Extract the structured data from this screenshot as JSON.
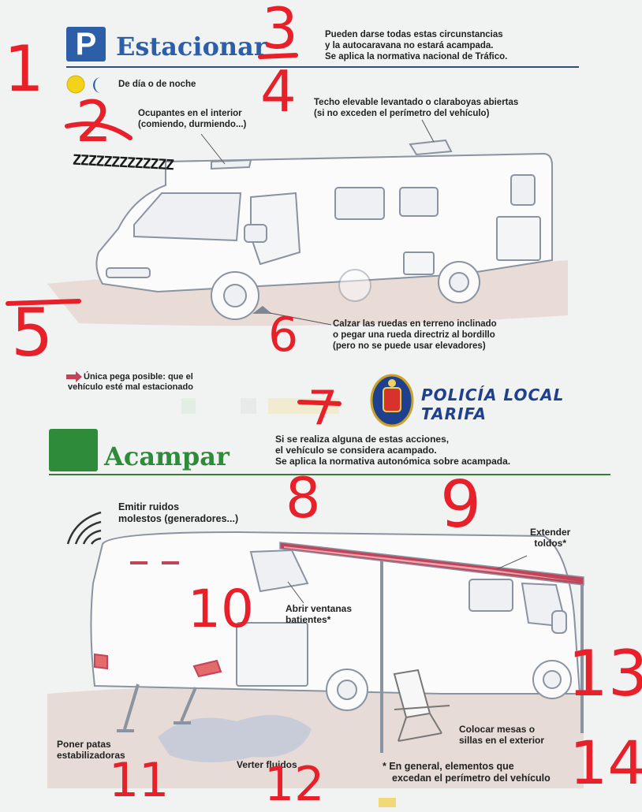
{
  "estacionar": {
    "p_letter": "P",
    "title": "Estacionar",
    "intro": [
      "Pueden darse todas estas circunstancias",
      "y la autocaravana no estará acampada.",
      "Se aplica la normativa nacional de Tráfico."
    ],
    "dia_noche": "De día o de noche",
    "ocupantes": [
      "Ocupantes en el interior",
      "(comiendo, durmiendo...)"
    ],
    "zzz": "ZZZZZZZZZZZZZ",
    "techo": [
      "Techo elevable levantado o claraboyas abiertas",
      "(si no exceden el perímetro del vehículo)"
    ],
    "calzar": [
      "Calzar las ruedas en terreno inclinado",
      "o pegar una rueda directriz al bordillo",
      "(pero no se puede usar elevadores)"
    ],
    "unica": [
      "Única pega posible: que el",
      "vehículo esté mal estacionado"
    ]
  },
  "police": {
    "line1": "POLICÍA LOCAL",
    "line2": "TARIFA"
  },
  "acampar": {
    "title": "Acampar",
    "intro": [
      "Si se realiza alguna de estas acciones,",
      "el vehículo se considera acampado.",
      "Se aplica la normativa autonómica sobre acampada."
    ],
    "ruidos": [
      "Emitir ruidos",
      "molestos (generadores...)"
    ],
    "toldos": [
      "Extender",
      "toldos*"
    ],
    "ventanas": [
      "Abrir ventanas",
      "batientes*"
    ],
    "patas": [
      "Poner patas",
      "estabilizadoras"
    ],
    "fluidos": "Verter fluidos",
    "mesas": [
      "Colocar mesas o",
      "sillas en el exterior"
    ],
    "nota": [
      "* En general, elementos que",
      "excedan el perímetro del vehículo"
    ]
  },
  "annotations": [
    "1",
    "2",
    "3",
    "4",
    "5",
    "6",
    "7",
    "8",
    "9",
    "10",
    "11",
    "12",
    "13",
    "14"
  ],
  "colors": {
    "blue": "#2c5fa8",
    "green": "#2e8b3a",
    "red": "#e8202a",
    "awning": "#c2445a"
  }
}
